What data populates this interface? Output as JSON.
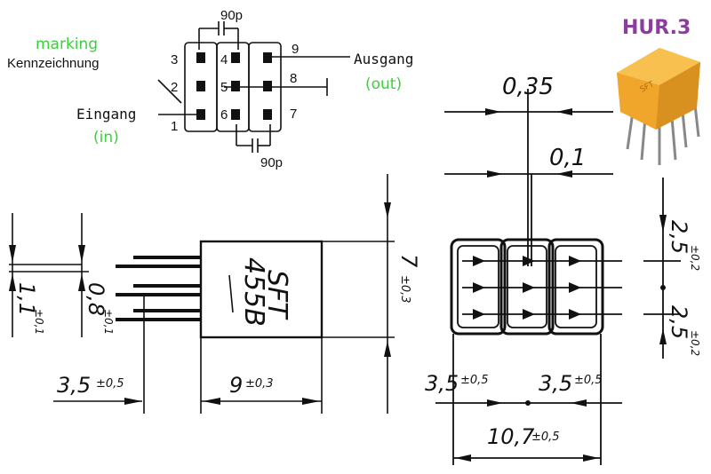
{
  "figure_label": "HUR.3",
  "schematic": {
    "marking_en": "marking",
    "marking_de": "Kennzeichnung",
    "input_de": "Eingang",
    "input_en": "(in)",
    "output_de": "Ausgang",
    "output_en": "(out)",
    "cap_top": "90p",
    "cap_bottom": "90p",
    "pins": {
      "p1": "1",
      "p2": "2",
      "p3": "3",
      "p4": "4",
      "p5": "5",
      "p6": "6",
      "p7": "7",
      "p8": "8",
      "p9": "9"
    }
  },
  "side_view": {
    "marking_line1": "SFT",
    "marking_line2": "455B",
    "dim_pin_dia_1": "1,1",
    "dim_pin_dia_1_tol": "±0,1",
    "dim_pin_dia_2": "0,8",
    "dim_pin_dia_2_tol": "±0,1",
    "dim_height": "7",
    "dim_height_tol": "±0,3",
    "dim_lead": "3,5",
    "dim_lead_tol": "±0,5",
    "dim_body": "9",
    "dim_body_tol": "±0,3"
  },
  "bottom_view": {
    "dim_gap": "0,35",
    "dim_gap2": "0,1",
    "dim_pitch_v1": "2,5",
    "dim_pitch_v1_tol": "±0,2",
    "dim_pitch_v2": "2,5",
    "dim_pitch_v2_tol": "±0,2",
    "dim_pitch_h1": "3,5",
    "dim_pitch_h1_tol": "±0,5",
    "dim_pitch_h2": "3,5",
    "dim_pitch_h2_tol": "±0,5",
    "dim_width": "10,7",
    "dim_width_tol": "±0,5"
  },
  "colors": {
    "green": "#3ccf3c",
    "purple": "#8a3d9c",
    "orange": "#f0a62a"
  }
}
